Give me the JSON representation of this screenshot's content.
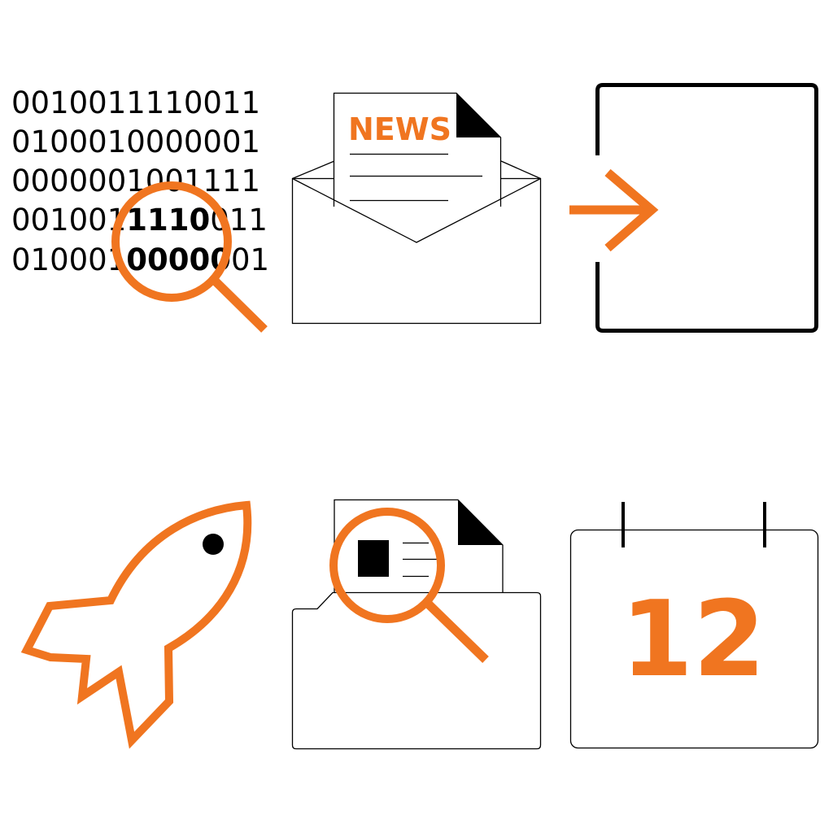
{
  "colors": {
    "accent": "#F07520",
    "ink": "#000000",
    "background": "#FFFFFF"
  },
  "icons": {
    "binary_search": {
      "name": "binary-search-icon",
      "lines": [
        {
          "pre": "0010011",
          "bold": "",
          "post": "110011"
        },
        {
          "pre": "0100010000001",
          "bold": "",
          "post": ""
        },
        {
          "pre": "0000001001111",
          "bold": "",
          "post": ""
        },
        {
          "pre": "001001",
          "bold": "1110",
          "post": "011"
        },
        {
          "pre": "010001",
          "bold": "00000",
          "post": "01"
        }
      ]
    },
    "newsletter": {
      "name": "newsletter-envelope-icon",
      "label": "NEWS"
    },
    "sign_in": {
      "name": "sign-in-arrow-icon"
    },
    "rocket": {
      "name": "rocket-icon"
    },
    "folder_search": {
      "name": "folder-search-icon"
    },
    "calendar": {
      "name": "calendar-icon",
      "day": "12"
    }
  }
}
